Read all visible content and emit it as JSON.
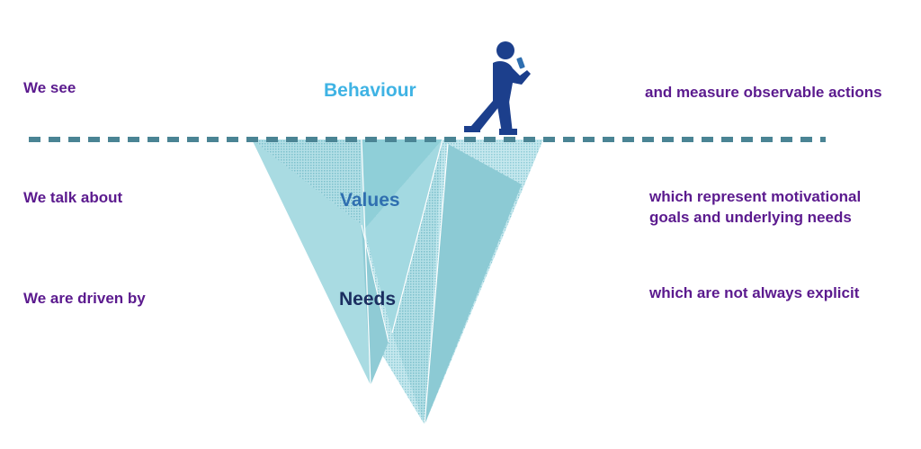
{
  "rows": {
    "top": {
      "left": "We see",
      "center": "Behaviour",
      "right": [
        "and measure observable actions"
      ]
    },
    "middle": {
      "left": "We talk about",
      "center": "Values",
      "right": [
        "which represent motivational",
        "goals and underlying needs"
      ]
    },
    "bottom": {
      "left": "We are driven by",
      "center": "Needs",
      "right": [
        "which are not always explicit"
      ]
    }
  },
  "icons": {
    "person": "person-looking-at-phone-icon"
  },
  "colors": {
    "text_purple": "#5b1a8e",
    "behaviour_blue": "#3fb3e4",
    "values_blue": "#2f6fb0",
    "needs_navy": "#1b2e60",
    "iceberg_teal": "#9fd4dc",
    "waterline": "#4a8494",
    "figure_navy": "#1c3f8c"
  }
}
